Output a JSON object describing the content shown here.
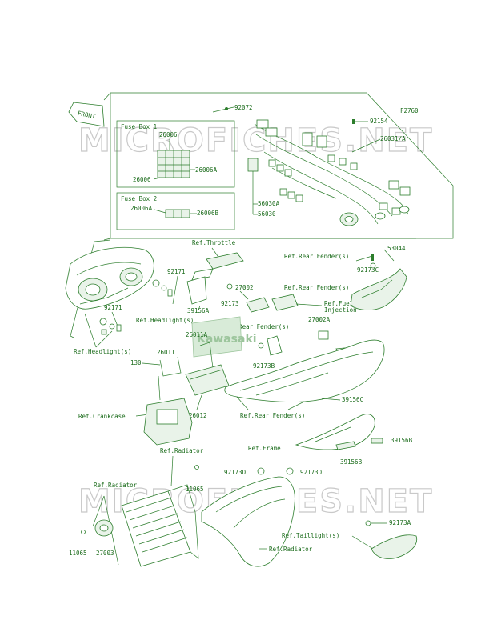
{
  "figure_code": "F2760",
  "front_arrow": "FRONT",
  "watermark": "MICROFICHES.NET",
  "badge": "Kawasaki",
  "fuse_box_1": {
    "title": "Fuse Box 1",
    "parts": [
      "26006",
      "26006A",
      "26006"
    ]
  },
  "fuse_box_2": {
    "title": "Fuse Box 2",
    "parts": [
      "26006A",
      "26006B"
    ]
  },
  "callouts": {
    "p92072": "92072",
    "p92154": "92154",
    "p26031A": "26031/A",
    "p56030A": "56030A",
    "p56030": "56030",
    "p53044": "53044",
    "p92171a": "92171",
    "p92171b": "92171",
    "p39156A": "39156A",
    "p92173a": "92173",
    "p27002": "27002",
    "p92173C": "92173C",
    "p27002A": "27002A",
    "p26011A": "26011A",
    "p26011": "26011",
    "p130": "130",
    "p39156": "39156",
    "p92173B": "92173B",
    "p26012": "26012",
    "p39156C": "39156C",
    "p39156B": "39156B",
    "p39156B2": "39156B",
    "p92173D": "92173D",
    "p92173D2": "92173D",
    "p11065a": "11065",
    "p11065b": "11065",
    "p27003": "27003",
    "p92173A": "92173A"
  },
  "refs": {
    "throttle": "Ref.Throttle",
    "rear_fender_1": "Ref.Rear Fender(s)",
    "rear_fender_2": "Ref.Rear Fender(s)",
    "headlight_1": "Ref.Headlight(s)",
    "headlight_2": "Ref.Headlight(s)",
    "fuel_injection_1": "Ref.Fuel",
    "fuel_injection_2": "Injection",
    "rear_fender_3": "Ref.Rear Fender(s)",
    "rear_fender_4": "Ref.Rear Fender(s)",
    "crankcase": "Ref.Crankcase",
    "frame": "Ref.Frame",
    "radiator_1": "Ref.Radiator",
    "radiator_2": "Ref.Radiator",
    "radiator_3": "Ref.Radiator",
    "taillight": "Ref.Taillight(s)"
  }
}
